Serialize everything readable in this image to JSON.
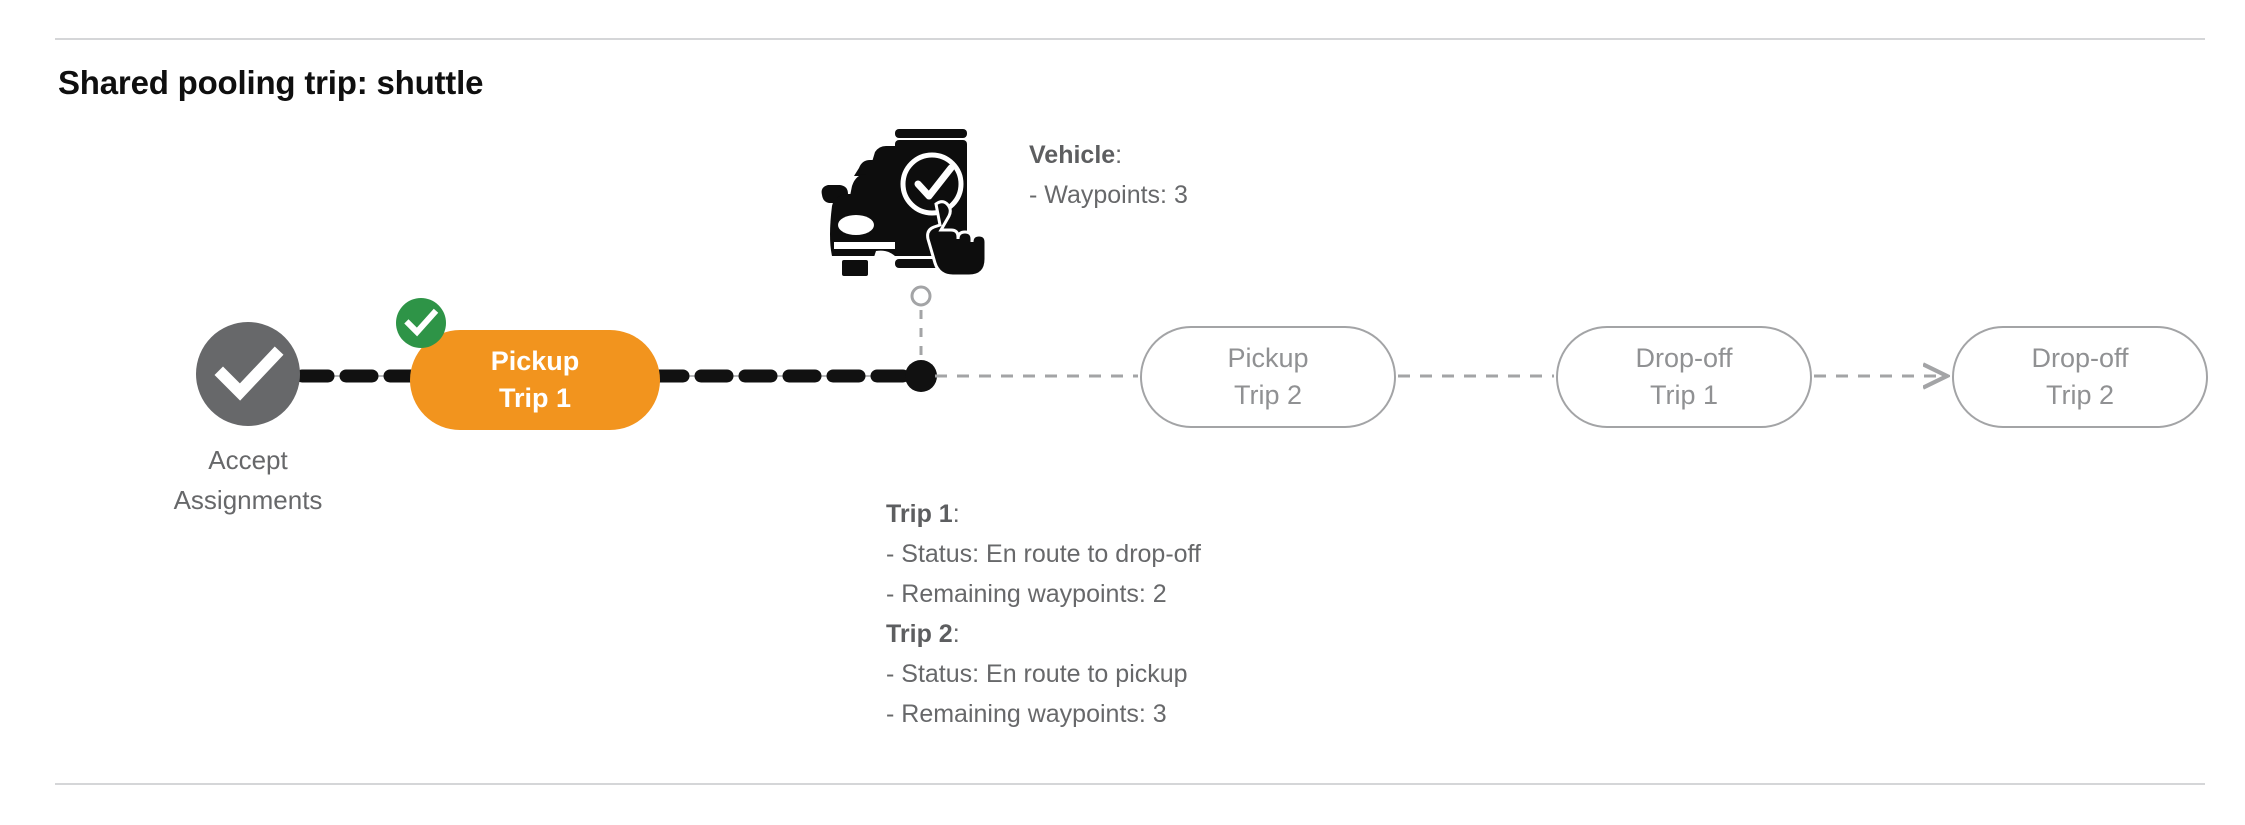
{
  "page": {
    "title": "Shared pooling trip: shuttle",
    "background": "#ffffff"
  },
  "colors": {
    "accent_orange": "#f2941e",
    "done_green": "#2e9447",
    "node_grey": "#67686a",
    "outline_grey": "#a3a4a6",
    "divider_grey": "#d5d6d8",
    "active_path_black": "#111111"
  },
  "flow": {
    "start_node": {
      "name": "accept-assignments",
      "icon": "check-circle-icon",
      "label_line_1": "Accept",
      "label_line_2": "Assignments",
      "state": "completed"
    },
    "steps": [
      {
        "id": "pickup-trip-1",
        "line1": "Pickup",
        "line2": "Trip 1",
        "state": "completed",
        "badge": "check-badge-icon"
      },
      {
        "id": "pickup-trip-2",
        "line1": "Pickup",
        "line2": "Trip 2",
        "state": "upcoming",
        "badge": null
      },
      {
        "id": "dropoff-trip-1",
        "line1": "Drop-off",
        "line2": "Trip 1",
        "state": "upcoming",
        "badge": null
      },
      {
        "id": "dropoff-trip-2",
        "line1": "Drop-off",
        "line2": "Trip 2",
        "state": "upcoming",
        "badge": null
      }
    ],
    "vehicle_marker": {
      "name": "vehicle-position-marker",
      "icon": "filled-dot-icon",
      "connector_icon": "hollow-circle-icon"
    }
  },
  "vehicle": {
    "icon": "car-phone-check-icon",
    "heading": "Vehicle",
    "heading_colon": ":",
    "rows": [
      {
        "text": "- Waypoints: 3"
      }
    ]
  },
  "trips": [
    {
      "heading": "Trip 1",
      "heading_colon": ":",
      "rows": [
        "- Status:  En route to drop-off",
        "- Remaining waypoints: 2"
      ]
    },
    {
      "heading": "Trip 2",
      "heading_colon": ":",
      "rows": [
        "- Status:  En route to pickup",
        "- Remaining waypoints: 3"
      ]
    }
  ]
}
